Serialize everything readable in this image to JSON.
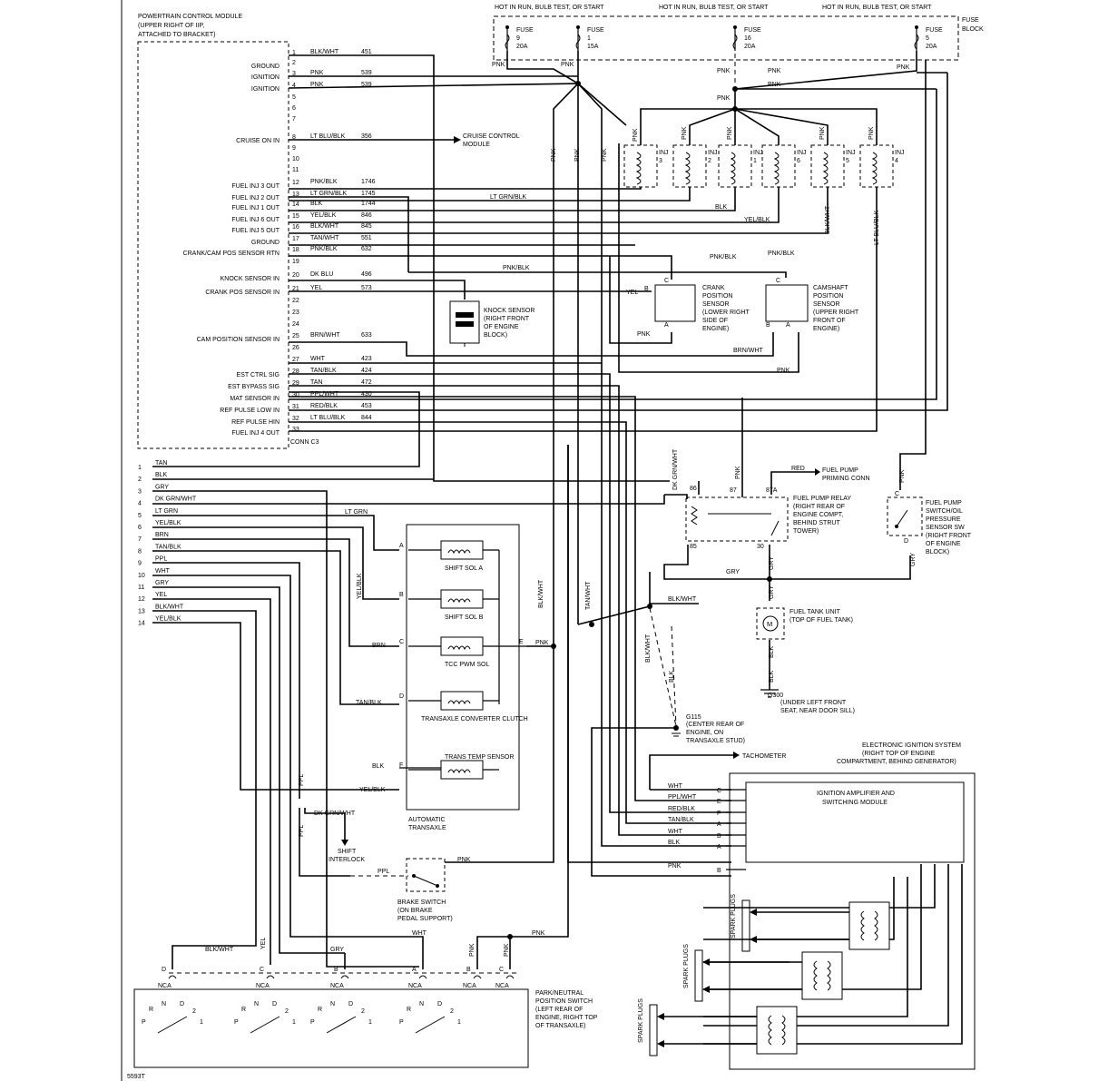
{
  "pcm": {
    "title": [
      "POWERTRAIN CONTROL MODULE",
      "(UPPER RIGHT OF IIP,",
      "ATTACHED TO BRACKET)"
    ],
    "connector": "CONN C3",
    "pins": [
      {
        "n": "1",
        "wire": "BLK/WHT",
        "circ": "451",
        "label": ""
      },
      {
        "n": "2",
        "wire": "",
        "circ": "",
        "label": "GROUND"
      },
      {
        "n": "3",
        "wire": "PNK",
        "circ": "539",
        "label": "IGNITION"
      },
      {
        "n": "4",
        "wire": "PNK",
        "circ": "539",
        "label": "IGNITION"
      },
      {
        "n": "5",
        "wire": "",
        "circ": "",
        "label": ""
      },
      {
        "n": "6",
        "wire": "",
        "circ": "",
        "label": ""
      },
      {
        "n": "7",
        "wire": "",
        "circ": "",
        "label": ""
      },
      {
        "n": "8",
        "wire": "LT BLU/BLK",
        "circ": "356",
        "label": "CRUISE ON IN"
      },
      {
        "n": "9",
        "wire": "",
        "circ": "",
        "label": ""
      },
      {
        "n": "10",
        "wire": "",
        "circ": "",
        "label": ""
      },
      {
        "n": "11",
        "wire": "",
        "circ": "",
        "label": ""
      },
      {
        "n": "12",
        "wire": "PNK/BLK",
        "circ": "1746",
        "label": "FUEL INJ 3 OUT"
      },
      {
        "n": "13",
        "wire": "LT GRN/BLK",
        "circ": "1745",
        "label": "FUEL INJ 2 OUT"
      },
      {
        "n": "14",
        "wire": "BLK",
        "circ": "1744",
        "label": "FUEL INJ 1 OUT"
      },
      {
        "n": "15",
        "wire": "YEL/BLK",
        "circ": "846",
        "label": "FUEL INJ 6 OUT"
      },
      {
        "n": "16",
        "wire": "BLK/WHT",
        "circ": "845",
        "label": "FUEL INJ 5 OUT"
      },
      {
        "n": "17",
        "wire": "TAN/WHT",
        "circ": "551",
        "label": "GROUND"
      },
      {
        "n": "18",
        "wire": "PNK/BLK",
        "circ": "632",
        "label": "CRANK/CAM POS SENSOR RTN"
      },
      {
        "n": "19",
        "wire": "",
        "circ": "",
        "label": ""
      },
      {
        "n": "20",
        "wire": "DK BLU",
        "circ": "496",
        "label": "KNOCK SENSOR IN"
      },
      {
        "n": "21",
        "wire": "YEL",
        "circ": "573",
        "label": "CRANK POS SENSOR IN"
      },
      {
        "n": "22",
        "wire": "",
        "circ": "",
        "label": ""
      },
      {
        "n": "23",
        "wire": "",
        "circ": "",
        "label": ""
      },
      {
        "n": "24",
        "wire": "",
        "circ": "",
        "label": ""
      },
      {
        "n": "25",
        "wire": "BRN/WHT",
        "circ": "633",
        "label": "CAM POSITION SENSOR IN"
      },
      {
        "n": "26",
        "wire": "",
        "circ": "",
        "label": ""
      },
      {
        "n": "27",
        "wire": "WHT",
        "circ": "423",
        "label": ""
      },
      {
        "n": "28",
        "wire": "TAN/BLK",
        "circ": "424",
        "label": "EST CTRL SIG"
      },
      {
        "n": "29",
        "wire": "TAN",
        "circ": "472",
        "label": "EST BYPASS SIG"
      },
      {
        "n": "30",
        "wire": "PPL/WHT",
        "circ": "430",
        "label": "MAT SENSOR IN"
      },
      {
        "n": "31",
        "wire": "RED/BLK",
        "circ": "453",
        "label": "REF PULSE LOW IN"
      },
      {
        "n": "32",
        "wire": "LT BLU/BLK",
        "circ": "844",
        "label": "REF PULSE HIN"
      },
      {
        "n": "33",
        "wire": "",
        "circ": "",
        "label": "FUEL INJ 4 OUT"
      }
    ]
  },
  "lower_conn": {
    "pins": [
      {
        "n": "1",
        "wire": "TAN"
      },
      {
        "n": "2",
        "wire": "BLK"
      },
      {
        "n": "3",
        "wire": "GRY"
      },
      {
        "n": "4",
        "wire": "DK GRN/WHT"
      },
      {
        "n": "5",
        "wire": "LT GRN"
      },
      {
        "n": "6",
        "wire": "YEL/BLK"
      },
      {
        "n": "7",
        "wire": "BRN"
      },
      {
        "n": "8",
        "wire": "TAN/BLK"
      },
      {
        "n": "9",
        "wire": "PPL"
      },
      {
        "n": "10",
        "wire": "WHT"
      },
      {
        "n": "11",
        "wire": "GRY"
      },
      {
        "n": "12",
        "wire": "YEL"
      },
      {
        "n": "13",
        "wire": "BLK/WHT"
      },
      {
        "n": "14",
        "wire": "YEL/BLK"
      }
    ]
  },
  "fuse_block": {
    "label": [
      "FUSE",
      "BLOCK"
    ],
    "hot_labels": [
      "HOT IN RUN, BULB TEST, OR START",
      "HOT IN RUN, BULB TEST, OR START",
      "HOT IN RUN, BULB TEST, OR START"
    ],
    "fuses": [
      {
        "name": "FUSE",
        "num": "9",
        "amp": "20A"
      },
      {
        "name": "FUSE",
        "num": "1",
        "amp": "15A"
      },
      {
        "name": "FUSE",
        "num": "16",
        "amp": "20A"
      },
      {
        "name": "FUSE",
        "num": "5",
        "amp": "20A"
      }
    ]
  },
  "wire_labels": {
    "pnk": "PNK",
    "ltgrnblk": "LT GRN/BLK",
    "blk": "BLK",
    "yelblk": "YEL/BLK",
    "blkwht": "BLK/WHT",
    "ltblublk": "LT BLU/BLK",
    "pnkblk": "PNK/BLK",
    "yel": "YEL",
    "brnwht": "BRN/WHT",
    "red": "RED",
    "gry": "GRY",
    "dkgrnwht": "DK GRN/WHT",
    "tanwht": "TAN/WHT",
    "ltgrn": "LT GRN",
    "brn": "BRN",
    "tanblk": "TAN/BLK",
    "ppl": "PPL",
    "wht": "WHT",
    "ppl_wht": "PPL/WHT",
    "red_blk": "RED/BLK"
  },
  "injectors": [
    {
      "label": "INJ",
      "num": "3"
    },
    {
      "label": "INJ",
      "num": "2"
    },
    {
      "label": "INJ",
      "num": "1"
    },
    {
      "label": "INJ",
      "num": "6"
    },
    {
      "label": "INJ",
      "num": "5"
    },
    {
      "label": "INJ",
      "num": "4"
    }
  ],
  "cruise": [
    "CRUISE CONTROL",
    "MODULE"
  ],
  "knock": [
    "KNOCK SENSOR",
    "(RIGHT FRONT",
    "OF ENGINE",
    "BLOCK)"
  ],
  "crank": [
    "CRANK",
    "POSITION",
    "SENSOR",
    "(LOWER RIGHT",
    "SIDE OF",
    "ENGINE)"
  ],
  "cam": [
    "CAMSHAFT",
    "POSITION",
    "SENSOR",
    "(UPPER RIGHT",
    "FRONT OF",
    "ENGINE)"
  ],
  "relay": [
    "FUEL PUMP RELAY",
    "(RIGHT REAR OF",
    "ENGINE COMPT,",
    "BEHIND STRUT",
    "TOWER)"
  ],
  "relay_pins": [
    "86",
    "87",
    "87A",
    "85",
    "30"
  ],
  "priming": [
    "FUEL PUMP",
    "PRIMING CONN"
  ],
  "pump_switch": [
    "FUEL PUMP",
    "SWITCH/OIL",
    "PRESSURE",
    "SENSOR SW",
    "(RIGHT FRONT",
    "OF ENGINE",
    "BLOCK)"
  ],
  "tank": [
    "FUEL TANK UNIT",
    "(TOP OF FUEL TANK)"
  ],
  "g300": [
    "G300",
    "(UNDER LEFT FRONT",
    "SEAT, NEAR DOOR SILL)"
  ],
  "g115": [
    "G115",
    "(CENTER REAR OF",
    "ENGINE, ON",
    "TRANSAXLE STUD)"
  ],
  "tach": "TACHOMETER",
  "eis": {
    "title": [
      "ELECTRONIC IGNITION SYSTEM",
      "(RIGHT TOP OF ENGINE",
      "COMPARTMENT, BEHIND GENERATOR)"
    ],
    "module": [
      "IGNITION AMPLIFIER AND",
      "SWITCHING MODULE"
    ],
    "pins": [
      {
        "w": "WHT",
        "p": "C"
      },
      {
        "w": "PPL/WHT",
        "p": "E"
      },
      {
        "w": "RED/BLK",
        "p": "F"
      },
      {
        "w": "TAN/BLK",
        "p": "A"
      },
      {
        "w": "WHT",
        "p": "B"
      },
      {
        "w": "BLK",
        "p": "A"
      },
      {
        "w": "PNK",
        "p": "B"
      }
    ],
    "spark": "SPARK PLUGS"
  },
  "transaxle": {
    "items": [
      "SHIFT SOL A",
      "SHIFT SOL B",
      "TCC PWM SOL",
      "TRANSAXLE CONVERTER CLUTCH",
      "TRANS TEMP SENSOR"
    ],
    "label": [
      "AUTOMATIC",
      "TRANSAXLE"
    ],
    "pins": [
      "A",
      "B",
      "C",
      "D",
      "E",
      "F"
    ]
  },
  "shift_interlock": [
    "SHIFT",
    "INTERLOCK"
  ],
  "brake": [
    "BRAKE SWITCH",
    "(ON BRAKE",
    "PEDAL SUPPORT)"
  ],
  "pn_switch": {
    "label": [
      "PARK/NEUTRAL",
      "POSITION SWITCH",
      "(LEFT REAR OF",
      "ENGINE, RIGHT TOP",
      "OF TRANSAXLE)"
    ],
    "nca": "NCA",
    "pins": [
      "D",
      "C",
      "B",
      "A",
      "B",
      "C"
    ],
    "pos": [
      "P",
      "R",
      "N",
      "D",
      "2",
      "1"
    ]
  },
  "figure_id": "5593T"
}
